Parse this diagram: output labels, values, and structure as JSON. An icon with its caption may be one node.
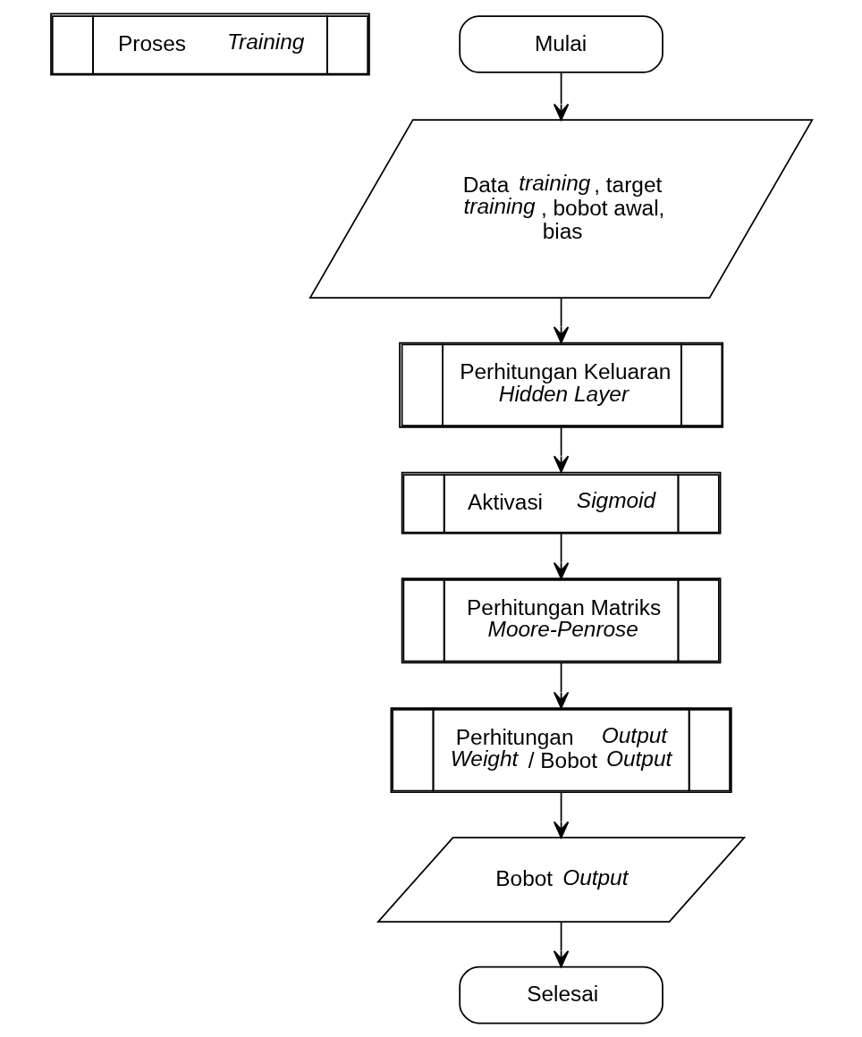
{
  "diagram": {
    "nodes": [
      {
        "text": [
          "Proses *Training*"
        ]
      },
      {
        "text": [
          "Mulai"
        ]
      },
      {
        "text": [
          "Data *training*, target *training*, bobot awal, bias"
        ]
      },
      {
        "text": [
          "Perhitungan Keluaran *Hidden Layer*"
        ]
      },
      {
        "text": [
          "Aktivasi *Sigmoid*"
        ]
      },
      {
        "text": [
          "Perhitungan Matriks *Moore-Penrose*"
        ]
      },
      {
        "text": [
          "Perhitungan *Output Weight* / Bobot *Output*"
        ]
      },
      {
        "text": [
          "Bobot *Output*"
        ]
      },
      {
        "text": [
          "Selesai"
        ]
      }
    ],
    "edges": [
      {
        "from": 1,
        "to": 2,
        "arrow": "to"
      },
      {
        "from": 2,
        "to": 3,
        "arrow": "to"
      },
      {
        "from": 3,
        "to": 4,
        "arrow": "to"
      },
      {
        "from": 4,
        "to": 5,
        "arrow": "to"
      },
      {
        "from": 5,
        "to": 6,
        "arrow": "to"
      },
      {
        "from": 6,
        "to": 7,
        "arrow": "to"
      },
      {
        "from": 7,
        "to": 8,
        "arrow": "to"
      }
    ]
  }
}
